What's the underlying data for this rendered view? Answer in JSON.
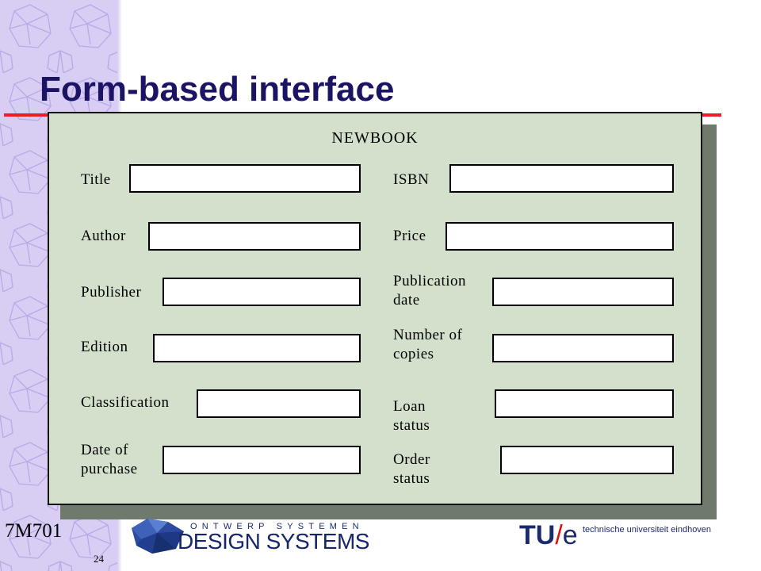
{
  "slide": {
    "title": "Form-based interface",
    "course_code": "7M701",
    "page_number": "24"
  },
  "form": {
    "heading": "NEWBOOK",
    "fields": {
      "title": {
        "label": "Title",
        "value": ""
      },
      "isbn": {
        "label": "ISBN",
        "value": ""
      },
      "author": {
        "label": "Author",
        "value": ""
      },
      "price": {
        "label": "Price",
        "value": ""
      },
      "publisher": {
        "label": "Publisher",
        "value": ""
      },
      "publication_date": {
        "label_line1": "Publication",
        "label_line2": "date",
        "value": ""
      },
      "edition": {
        "label": "Edition",
        "value": ""
      },
      "number_of_copies": {
        "label_line1": "Number of",
        "label_line2": "copies",
        "value": ""
      },
      "classification": {
        "label": "Classification",
        "value": ""
      },
      "loan_status": {
        "label_line1": "Loan",
        "label_line2": "status",
        "value": ""
      },
      "date_of_purchase": {
        "label_line1": "Date of",
        "label_line2": "purchase",
        "value": ""
      },
      "order_status": {
        "label_line1": "Order",
        "label_line2": "status",
        "value": ""
      }
    }
  },
  "footer": {
    "ds_upper": "ONTWERP SYSTEMEN",
    "ds_main": "DESIGN SYSTEMS",
    "tue_brand_tu": "TU",
    "tue_brand_slash": "/",
    "tue_brand_e": "e",
    "tue_name": "technische universiteit eindhoven"
  },
  "colors": {
    "title": "#1b1464",
    "rule": "#ee1c25",
    "form_background": "#d3e0cb",
    "form_shadow": "#707a6c",
    "sidebar": "#d8cdf3"
  },
  "icons": {
    "sidebar_pattern": "faceted-polyhedron-pattern",
    "ds_logo": "faceted-gem-logo"
  }
}
